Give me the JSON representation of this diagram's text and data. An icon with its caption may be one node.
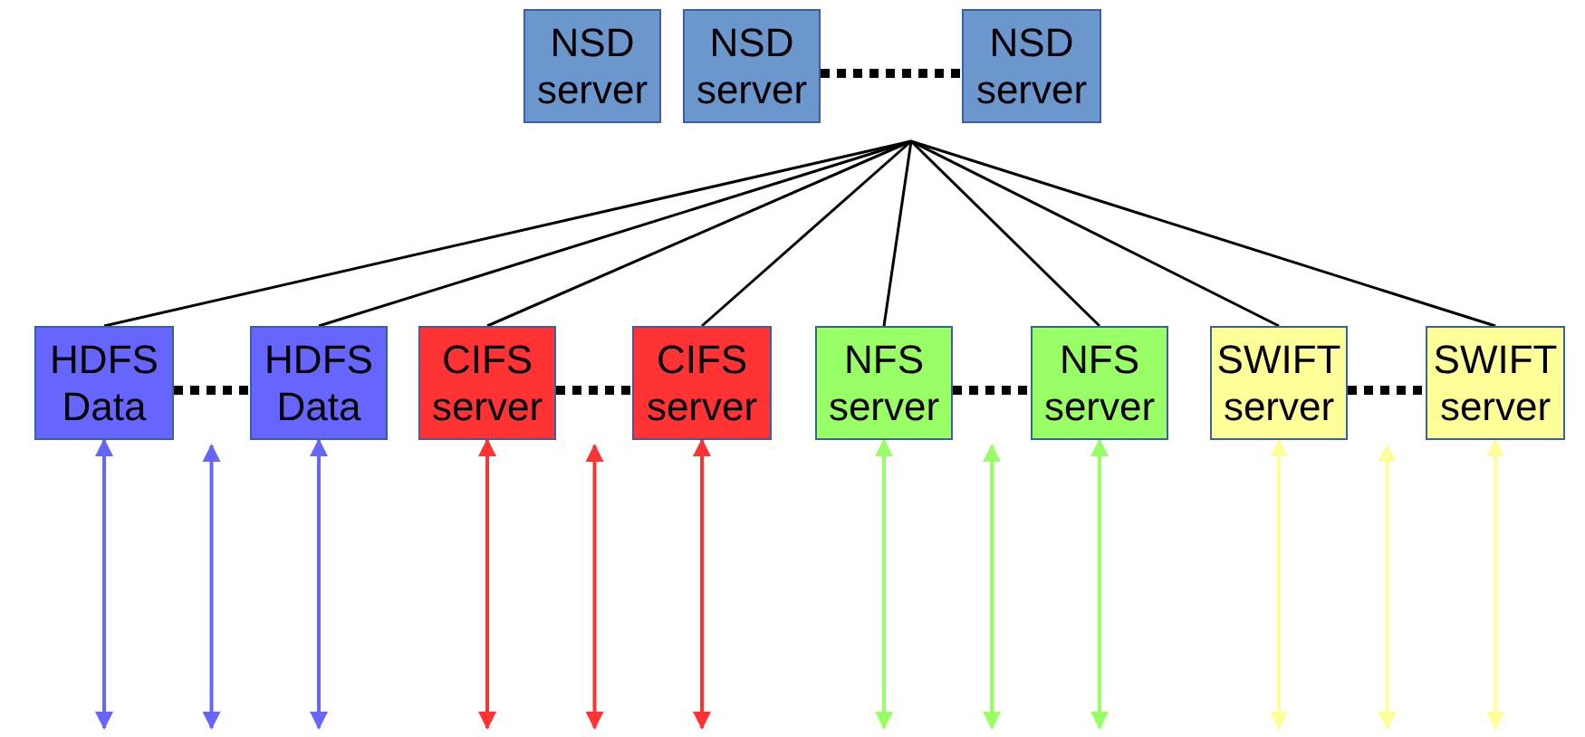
{
  "diagram": {
    "nodes": [
      {
        "text": [
          "NSD server"
        ]
      },
      {
        "text": [
          "NSD server"
        ]
      },
      {
        "text": [
          "NSD server"
        ]
      },
      {
        "text": [
          "HDFS Data"
        ]
      },
      {
        "text": [
          "HDFS Data"
        ]
      },
      {
        "text": [
          "CIFS server"
        ]
      },
      {
        "text": [
          "CIFS server"
        ]
      },
      {
        "text": [
          "NFS server"
        ]
      },
      {
        "text": [
          "NFS server"
        ]
      },
      {
        "text": [
          "SWIFT server"
        ]
      },
      {
        "text": [
          "SWIFT server"
        ]
      }
    ],
    "edges": [
      {
        "from": 1,
        "to": 2,
        "arrow": "none",
        "style": "dashed"
      },
      {
        "from": 3,
        "to": 4,
        "arrow": "none",
        "style": "dashed"
      },
      {
        "from": 5,
        "to": 6,
        "arrow": "none",
        "style": "dashed"
      },
      {
        "from": 7,
        "to": 8,
        "arrow": "none",
        "style": "dashed"
      },
      {
        "from": 9,
        "to": 10,
        "arrow": "none",
        "style": "dashed"
      },
      {
        "from": null,
        "to": 3,
        "arrow": "none"
      },
      {
        "from": null,
        "to": 4,
        "arrow": "none"
      },
      {
        "from": null,
        "to": 5,
        "arrow": "none"
      },
      {
        "from": null,
        "to": 6,
        "arrow": "none"
      },
      {
        "from": null,
        "to": 7,
        "arrow": "none"
      },
      {
        "from": null,
        "to": 8,
        "arrow": "none"
      },
      {
        "from": null,
        "to": 9,
        "arrow": "none"
      },
      {
        "from": null,
        "to": 10,
        "arrow": "none"
      },
      {
        "from": 3,
        "to": null,
        "arrow": "both",
        "color": "#6666ff"
      },
      {
        "from": 4,
        "to": null,
        "arrow": "both",
        "color": "#6666ff"
      },
      {
        "from": 5,
        "to": null,
        "arrow": "both",
        "color": "#ff3333"
      },
      {
        "from": 6,
        "to": null,
        "arrow": "both",
        "color": "#ff3333"
      },
      {
        "from": 7,
        "to": null,
        "arrow": "both",
        "color": "#99ff66"
      },
      {
        "from": 8,
        "to": null,
        "arrow": "both",
        "color": "#99ff66"
      },
      {
        "from": 9,
        "to": null,
        "arrow": "both",
        "color": "#ffff99"
      },
      {
        "from": 10,
        "to": null,
        "arrow": "both",
        "color": "#ffff99"
      }
    ]
  }
}
